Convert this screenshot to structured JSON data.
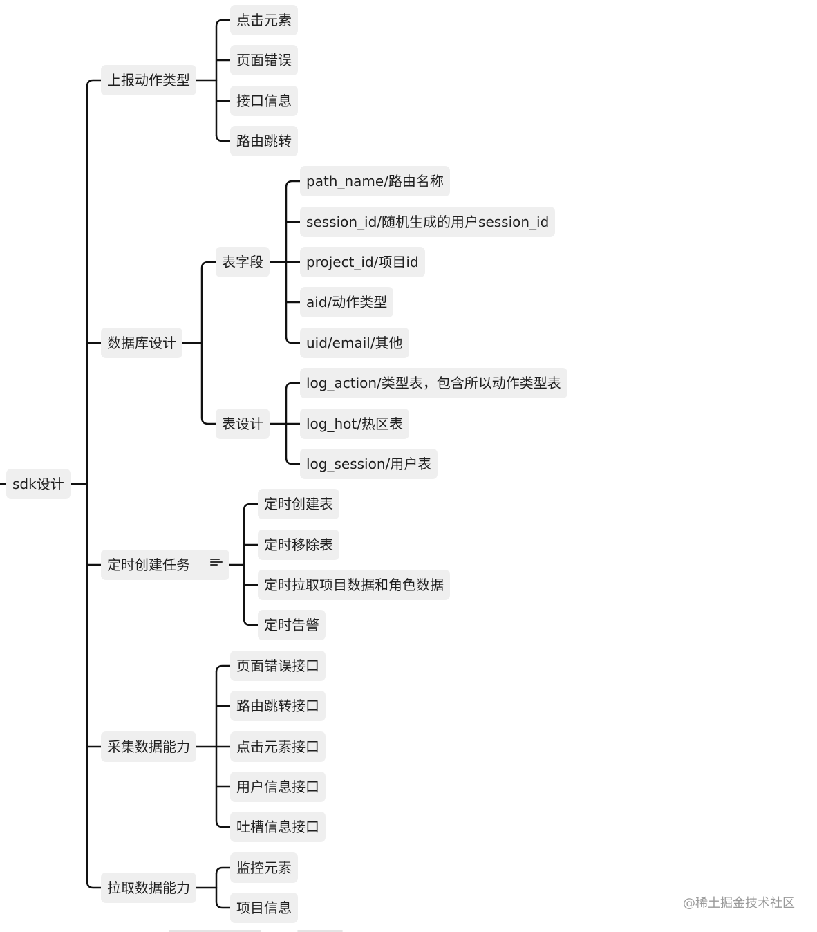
{
  "root": {
    "label": "sdk设计"
  },
  "branches": [
    {
      "label": "上报动作类型",
      "children": [
        {
          "label": "点击元素"
        },
        {
          "label": "页面错误"
        },
        {
          "label": "接口信息"
        },
        {
          "label": "路由跳转"
        }
      ]
    },
    {
      "label": "数据库设计",
      "children": [
        {
          "label": "表字段",
          "children": [
            {
              "label": "path_name/路由名称"
            },
            {
              "label": "session_id/随机生成的用户session_id"
            },
            {
              "label": "project_id/项目id"
            },
            {
              "label": "aid/动作类型"
            },
            {
              "label": "uid/email/其他"
            }
          ]
        },
        {
          "label": "表设计",
          "children": [
            {
              "label": "log_action/类型表，包含所以动作类型表"
            },
            {
              "label": "log_hot/热区表"
            },
            {
              "label": "log_session/用户表"
            }
          ]
        }
      ]
    },
    {
      "label": "定时创建任务",
      "has_note": true,
      "note_icon": "notes-icon",
      "children": [
        {
          "label": "定时创建表"
        },
        {
          "label": "定时移除表"
        },
        {
          "label": "定时拉取项目数据和角色数据"
        },
        {
          "label": "定时告警"
        }
      ]
    },
    {
      "label": "采集数据能力",
      "children": [
        {
          "label": "页面错误接口"
        },
        {
          "label": "路由跳转接口"
        },
        {
          "label": "点击元素接口"
        },
        {
          "label": "用户信息接口"
        },
        {
          "label": "吐槽信息接口"
        }
      ]
    },
    {
      "label": "拉取数据能力",
      "children": [
        {
          "label": "监控元素"
        },
        {
          "label": "项目信息"
        }
      ]
    }
  ],
  "watermark": "@稀土掘金技术社区",
  "colors": {
    "node_bg": "#efefef",
    "line": "#111111",
    "text": "#1f1f1f",
    "watermark": "#9a9a9a"
  }
}
